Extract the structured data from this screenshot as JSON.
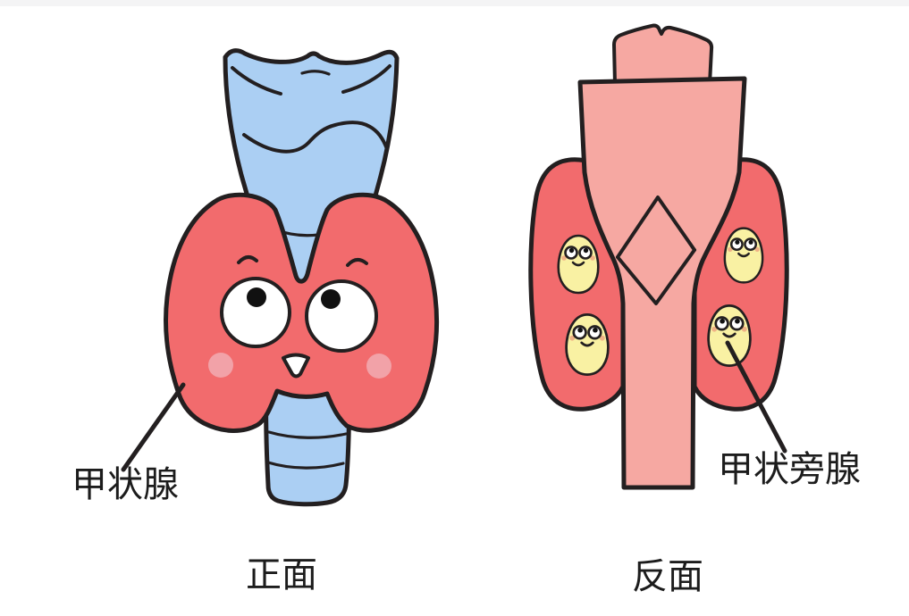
{
  "diagram": {
    "subject": "thyroid-and-parathyroid-anatomy-cartoon",
    "views": [
      {
        "caption": "正面",
        "annotation": {
          "label": "甲状腺"
        }
      },
      {
        "caption": "反面",
        "annotation": {
          "label": "甲状旁腺"
        }
      }
    ]
  },
  "colors": {
    "thyroid_red": "#f26b6d",
    "cheek_pink": "#f2a2a8",
    "larynx_blue": "#abcff3",
    "esophagus_pink": "#f6a8a2",
    "parathyroid_yellow": "#f9f1a3",
    "gland_cheek_orange": "#efb286",
    "eye_white": "#ffffff",
    "pupil_black": "#111111",
    "outline_dark": "#231f20",
    "text": "#1c1c1c",
    "top_strip_gray": "#f4f4f5",
    "background": "#ffffff"
  }
}
